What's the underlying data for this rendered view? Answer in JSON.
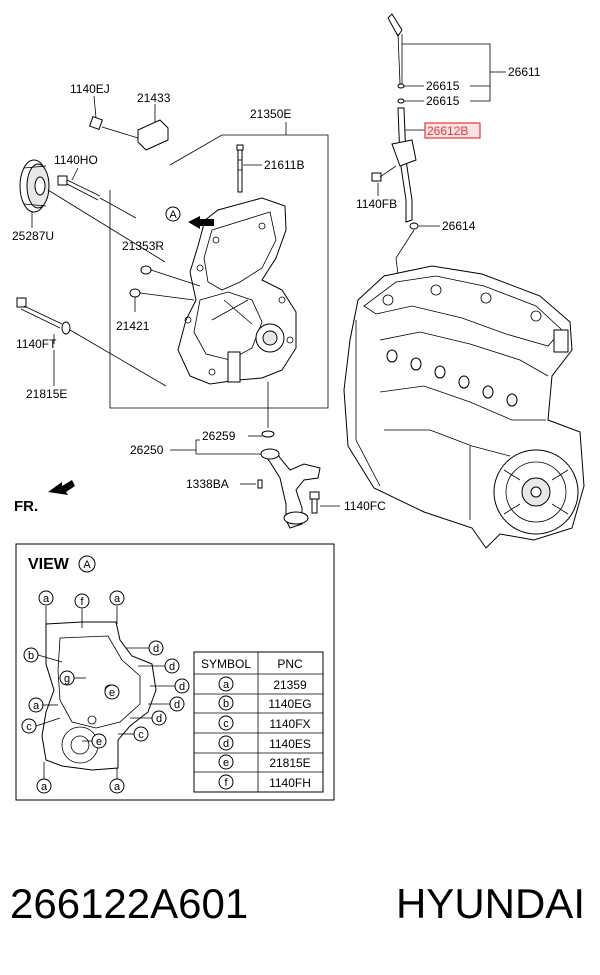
{
  "labels": {
    "l1140ej": "1140EJ",
    "l21433": "21433",
    "l21350e": "21350E",
    "l1140ho": "1140HO",
    "l21611b": "21611B",
    "l25287u": "25287U",
    "l21353r": "21353R",
    "l21421": "21421",
    "l1140ft": "1140FT",
    "l21815e": "21815E",
    "l26259": "26259",
    "l26250": "26250",
    "l1338ba": "1338BA",
    "l1140fc": "1140FC",
    "l26611": "26611",
    "l26615a": "26615",
    "l26615b": "26615",
    "l26612b": "26612B",
    "l1140fb": "1140FB",
    "l26614": "26614",
    "fr": "FR.",
    "view_a_letter": "A"
  },
  "view_panel": {
    "title": "VIEW",
    "circle_letter": "A"
  },
  "view_callouts": [
    "a",
    "f",
    "a",
    "d",
    "b",
    "d",
    "g",
    "d",
    "e",
    "d",
    "a",
    "d",
    "c",
    "e",
    "c",
    "a",
    "a"
  ],
  "symbol_table": {
    "headers": [
      "SYMBOL",
      "PNC"
    ],
    "rows": [
      {
        "symbol": "a",
        "pnc": "21359"
      },
      {
        "symbol": "b",
        "pnc": "1140EG"
      },
      {
        "symbol": "c",
        "pnc": "1140FX"
      },
      {
        "symbol": "d",
        "pnc": "1140ES"
      },
      {
        "symbol": "e",
        "pnc": "21815E"
      },
      {
        "symbol": "f",
        "pnc": "1140FH"
      }
    ]
  },
  "footer": {
    "part_number": "266122A601",
    "brand": "HYUNDAI"
  },
  "colors": {
    "highlight": "#e0393e",
    "line": "#000000"
  }
}
